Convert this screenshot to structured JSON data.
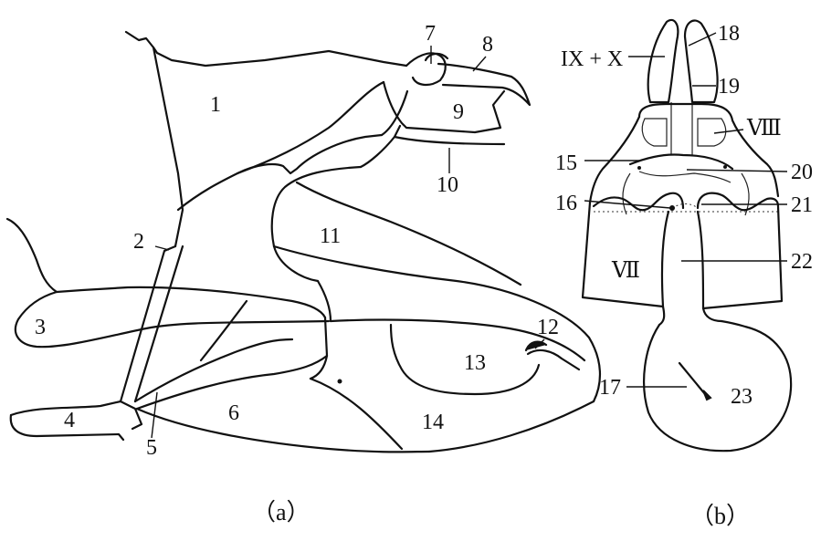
{
  "panel_a": {
    "caption": "（a）",
    "labels": [
      "1",
      "2",
      "3",
      "4",
      "5",
      "6",
      "7",
      "8",
      "9",
      "10",
      "11",
      "12",
      "13",
      "14"
    ]
  },
  "panel_b": {
    "caption": "（b）",
    "numeric_labels": [
      "15",
      "16",
      "17",
      "18",
      "19",
      "20",
      "21",
      "22",
      "23"
    ],
    "segment_labels": {
      "ix_x": "IX + X",
      "viii": "Ⅷ",
      "vii": "Ⅶ"
    }
  }
}
